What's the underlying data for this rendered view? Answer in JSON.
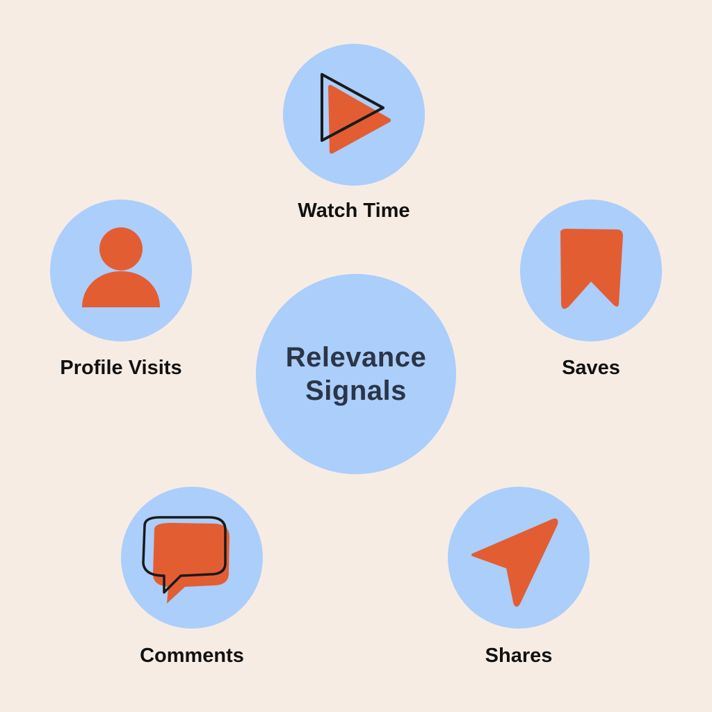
{
  "center": {
    "line1": "Relevance",
    "line2": "Signals"
  },
  "signals": [
    {
      "id": "watch-time",
      "label": "Watch Time",
      "icon": "play-icon"
    },
    {
      "id": "profile-visits",
      "label": "Profile Visits",
      "icon": "user-icon"
    },
    {
      "id": "saves",
      "label": "Saves",
      "icon": "bookmark-icon"
    },
    {
      "id": "comments",
      "label": "Comments",
      "icon": "speech-bubble-icon"
    },
    {
      "id": "shares",
      "label": "Shares",
      "icon": "send-arrow-icon"
    }
  ],
  "colors": {
    "background": "#f7ece4",
    "circle": "#abcefb",
    "icon_fill": "#e35d33",
    "icon_outline": "#1a1a1a",
    "center_text": "#2b3546",
    "label_text": "#111111"
  }
}
